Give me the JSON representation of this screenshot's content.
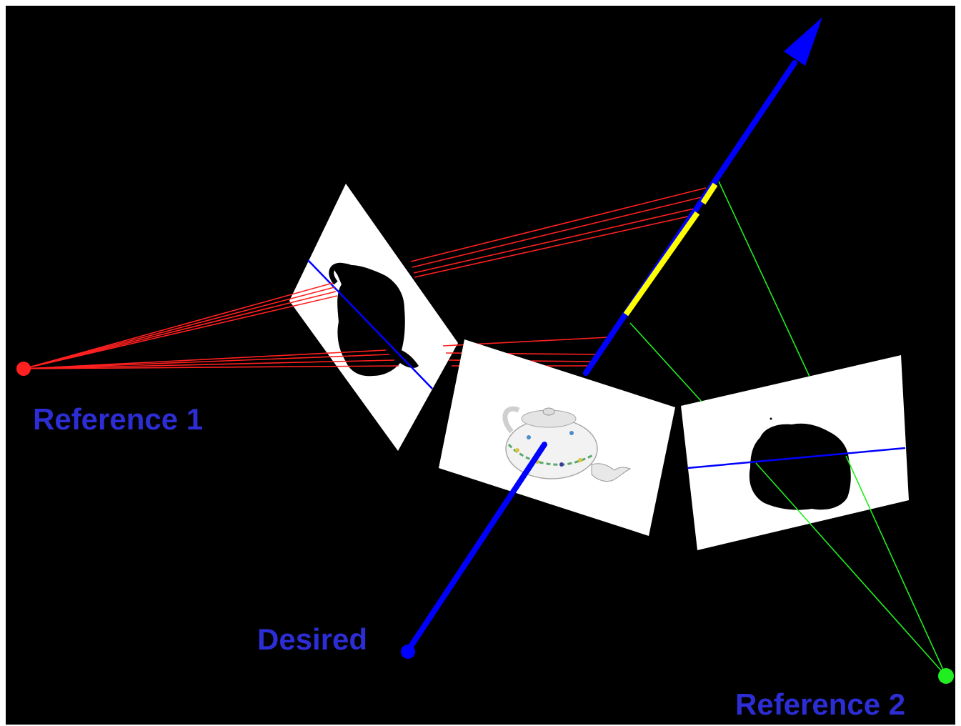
{
  "colors": {
    "background": "#000000",
    "label": "#2d2dd6",
    "ray_reference_1": "#ff2020",
    "ray_reference_2": "#20ee20",
    "desired_ray": "#0000ff",
    "segment_highlight": "#ffff00",
    "image_plane": "#ffffff",
    "silhouette": "#000000"
  },
  "labels": {
    "reference_1": "Reference 1",
    "desired": "Desired",
    "reference_2": "Reference 2"
  },
  "icons": {
    "reference_1_camera": "red-dot-icon",
    "desired_camera": "blue-dot-icon",
    "reference_2_camera": "green-dot-icon",
    "ray_direction": "arrowhead-icon"
  }
}
